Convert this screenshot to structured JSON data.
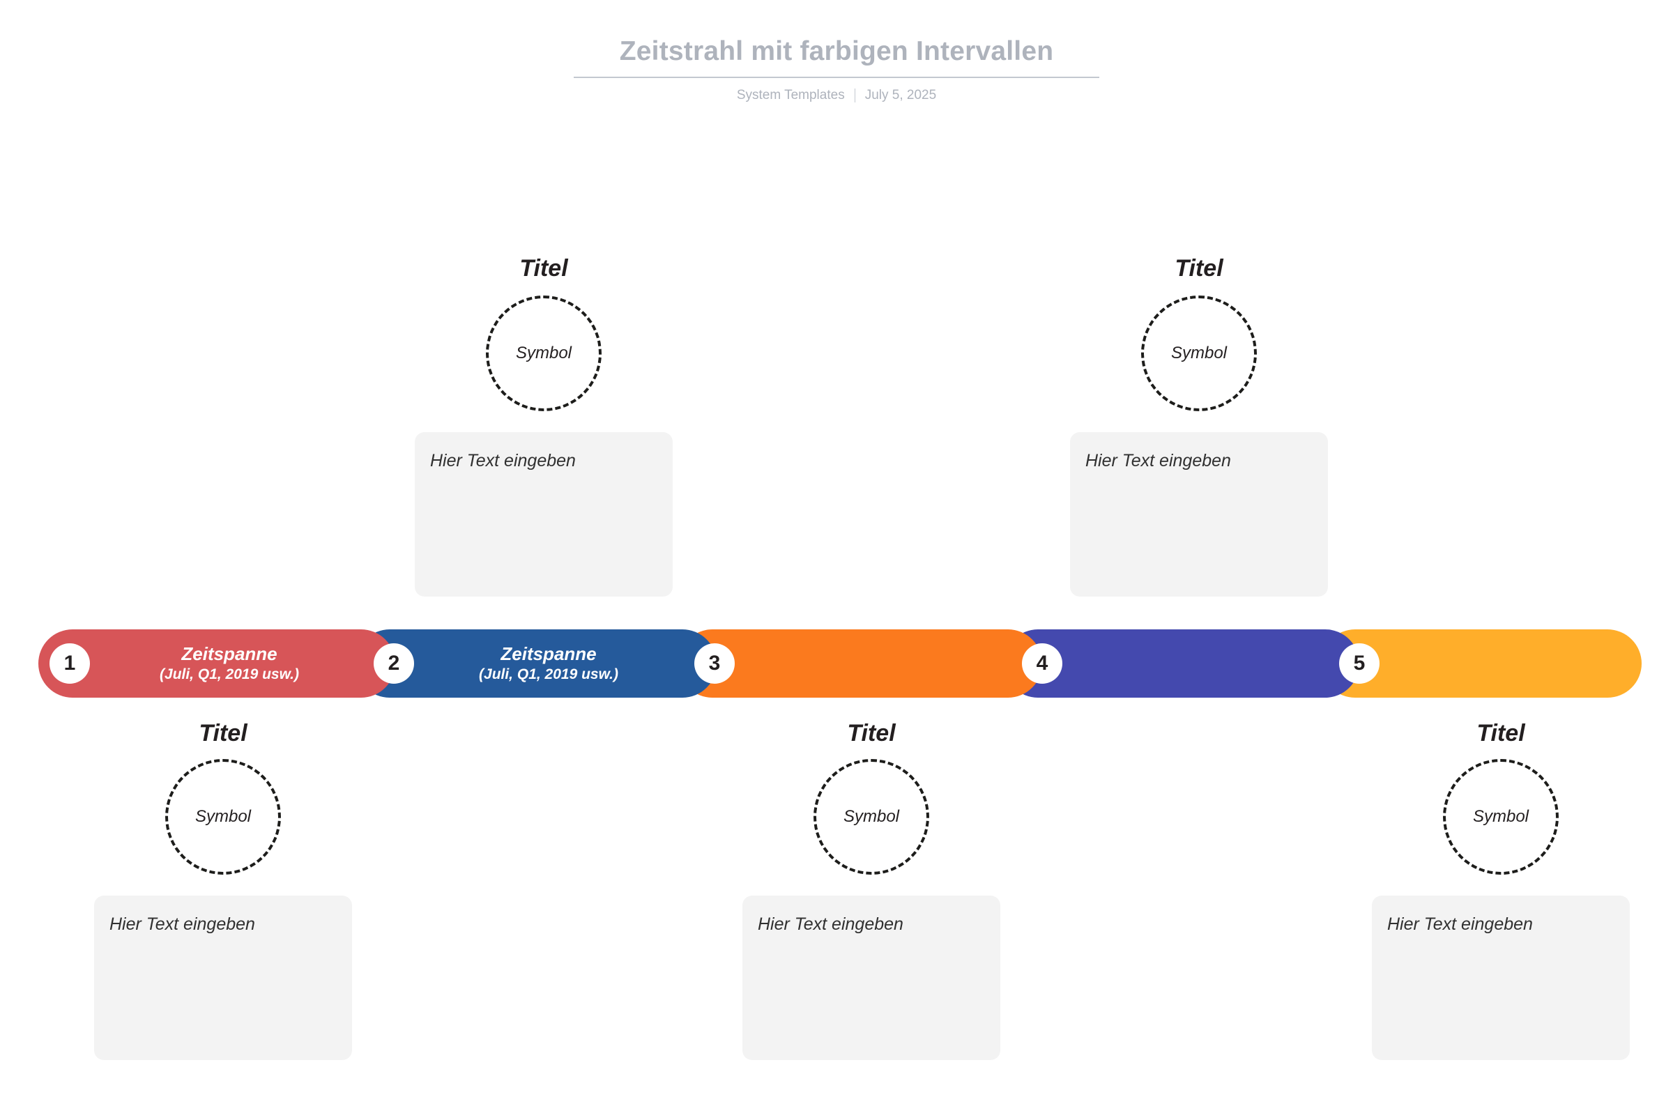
{
  "header": {
    "title": "Zeitstrahl mit farbigen Intervallen",
    "source": "System Templates",
    "date": "July 5, 2025"
  },
  "timeline": {
    "segments": [
      {
        "number": "1",
        "color": "#d75558",
        "label_line1": "Zeitspanne",
        "label_line2": "(Juli, Q1, 2019 usw.)",
        "has_label": true
      },
      {
        "number": "2",
        "color": "#255a9b",
        "label_line1": "Zeitspanne",
        "label_line2": "(Juli, Q1, 2019 usw.)",
        "has_label": true
      },
      {
        "number": "3",
        "color": "#fb7a1e",
        "label_line1": "",
        "label_line2": "",
        "has_label": false
      },
      {
        "number": "4",
        "color": "#4449ae",
        "label_line1": "",
        "label_line2": "",
        "has_label": false
      },
      {
        "number": "5",
        "color": "#ffae2a",
        "label_line1": "",
        "label_line2": "",
        "has_label": false
      }
    ]
  },
  "nodes": [
    {
      "position": "bottom",
      "title": "Titel",
      "symbol": "Symbol",
      "body_placeholder": "Hier Text eingeben"
    },
    {
      "position": "top",
      "title": "Titel",
      "symbol": "Symbol",
      "body_placeholder": "Hier Text eingeben"
    },
    {
      "position": "bottom",
      "title": "Titel",
      "symbol": "Symbol",
      "body_placeholder": "Hier Text eingeben"
    },
    {
      "position": "top",
      "title": "Titel",
      "symbol": "Symbol",
      "body_placeholder": "Hier Text eingeben"
    },
    {
      "position": "bottom",
      "title": "Titel",
      "symbol": "Symbol",
      "body_placeholder": "Hier Text eingeben"
    }
  ]
}
